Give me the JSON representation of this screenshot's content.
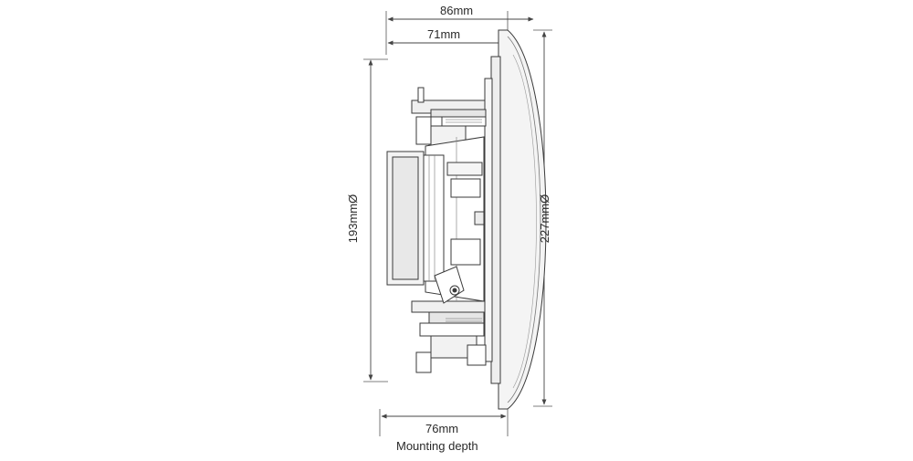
{
  "dimensions": {
    "overall_depth": "86mm",
    "body_depth": "71mm",
    "body_diameter": "193mmØ",
    "overall_diameter": "227mmØ",
    "mounting_depth_value": "76mm",
    "mounting_depth_caption": "Mounting depth"
  },
  "colors": {
    "line": "#3a3a3a",
    "dim_line": "#444444",
    "fill_light": "#f2f2f2",
    "fill_mid": "#e4e4e4"
  }
}
